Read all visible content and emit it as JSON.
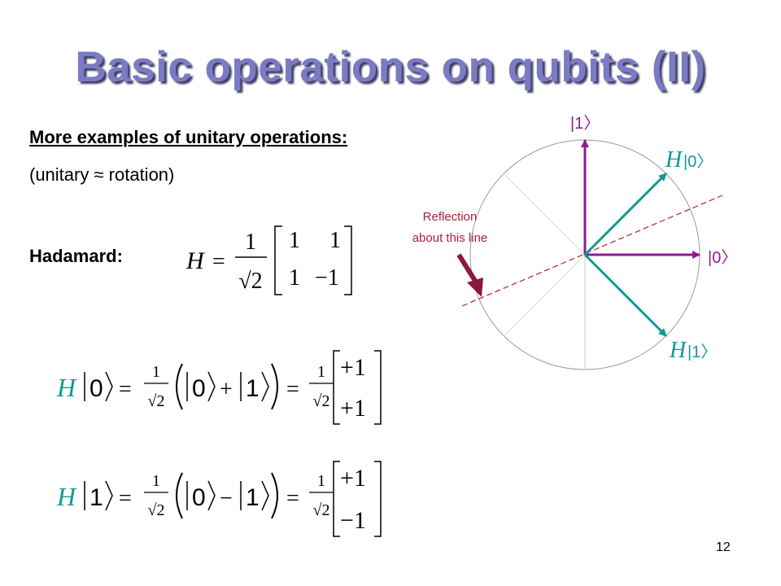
{
  "slide": {
    "title": "Basic operations on qubits (II)",
    "heading": "More examples of unitary operations:",
    "subheading": "(unitary ≈ rotation)",
    "hadamard_label": "Hadamard:",
    "page_number": "12"
  },
  "matrix": {
    "symbol": "H",
    "equals": "=",
    "numerator": "1",
    "denominator": "√2",
    "entries": [
      "1",
      "1",
      "1",
      "−1"
    ]
  },
  "eq0": {
    "lhs_op": "H",
    "lhs_ket": "0",
    "numerator": "1",
    "denominator": "√2",
    "ket_a": "0",
    "op": "+",
    "ket_b": "1",
    "vec": [
      "+1",
      "+1"
    ]
  },
  "eq1": {
    "lhs_op": "H",
    "lhs_ket": "1",
    "numerator": "1",
    "denominator": "√2",
    "ket_a": "0",
    "op": "−",
    "ket_b": "1",
    "vec": [
      "+1",
      "−1"
    ]
  },
  "diagram": {
    "ket1_label": "|1〉",
    "ket0_label": "|0〉",
    "h0_op": "H",
    "h0_ket": "|0〉",
    "h1_op": "H",
    "h1_ket": "|1〉",
    "reflection_line1": "Reflection",
    "reflection_line2": "about this line",
    "colors": {
      "basis": "#8b1e8b",
      "hadamard": "#109a90",
      "reflection": "#b0203a",
      "title": "#7b7bc4"
    }
  }
}
